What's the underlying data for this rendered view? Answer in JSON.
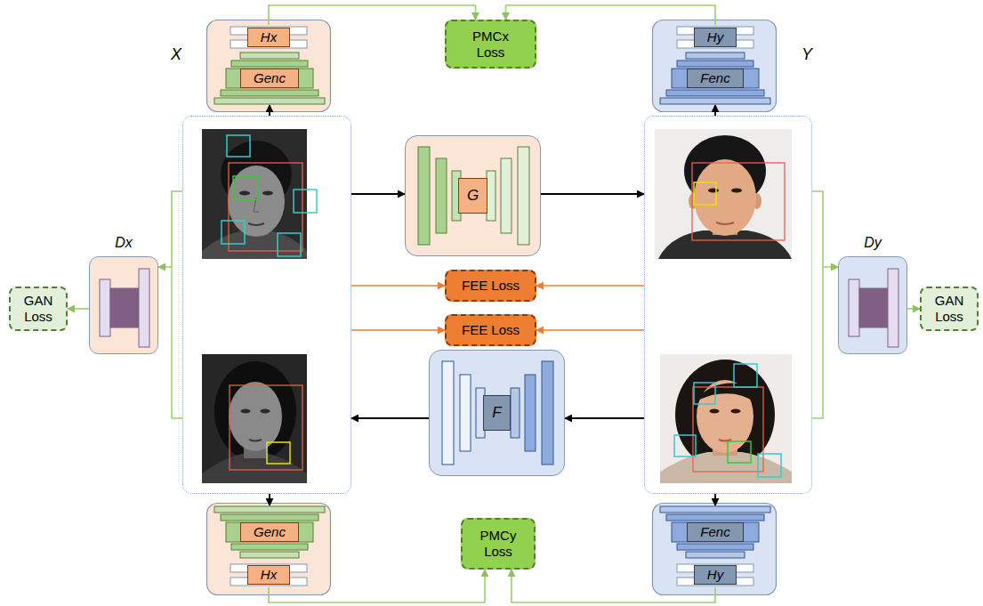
{
  "diagram": {
    "nodes": [
      {
        "text": [
          "Hx"
        ]
      },
      {
        "text": [
          "Genc"
        ]
      },
      {
        "text": [
          "PMCx Loss"
        ]
      },
      {
        "text": [
          "Hy"
        ]
      },
      {
        "text": [
          "Fenc"
        ]
      },
      {
        "text": [
          "X"
        ]
      },
      {
        "text": [
          "G"
        ]
      },
      {
        "text": [
          "Y"
        ]
      },
      {
        "text": [
          "Dx"
        ]
      },
      {
        "text": [
          "GAN Loss"
        ]
      },
      {
        "text": [
          "FEE Loss"
        ]
      },
      {
        "text": [
          "FEE Loss"
        ]
      },
      {
        "text": [
          "Dy"
        ]
      },
      {
        "text": [
          "GAN Loss"
        ]
      },
      {
        "text": [
          "F"
        ]
      },
      {
        "text": [
          "Genc"
        ]
      },
      {
        "text": [
          "Hx"
        ]
      },
      {
        "text": [
          "PMCy Loss"
        ]
      },
      {
        "text": [
          "Fenc"
        ]
      },
      {
        "text": [
          "Hy"
        ]
      }
    ],
    "edges": [
      {
        "from": 5,
        "to": 1,
        "arrow": "to"
      },
      {
        "from": 7,
        "to": 4,
        "arrow": "to"
      },
      {
        "from": 0,
        "to": 2,
        "arrow": "to"
      },
      {
        "from": 3,
        "to": 2,
        "arrow": "to"
      },
      {
        "from": 5,
        "to": 6,
        "arrow": "to"
      },
      {
        "from": 6,
        "to": 7,
        "arrow": "to"
      },
      {
        "from": 7,
        "to": 14,
        "arrow": "to"
      },
      {
        "from": 14,
        "to": 5,
        "arrow": "to"
      },
      {
        "from": 5,
        "to": 10,
        "arrow": "to"
      },
      {
        "from": 7,
        "to": 10,
        "arrow": "to"
      },
      {
        "from": 5,
        "to": 11,
        "arrow": "to"
      },
      {
        "from": 7,
        "to": 11,
        "arrow": "to"
      },
      {
        "from": 5,
        "to": 8,
        "arrow": "to"
      },
      {
        "from": 8,
        "to": 9,
        "arrow": "to"
      },
      {
        "from": 7,
        "to": 12,
        "arrow": "to"
      },
      {
        "from": 12,
        "to": 13,
        "arrow": "to"
      },
      {
        "from": 5,
        "to": 15,
        "arrow": "to"
      },
      {
        "from": 7,
        "to": 18,
        "arrow": "to"
      },
      {
        "from": 16,
        "to": 17,
        "arrow": "to"
      },
      {
        "from": 19,
        "to": 17,
        "arrow": "to"
      }
    ]
  }
}
